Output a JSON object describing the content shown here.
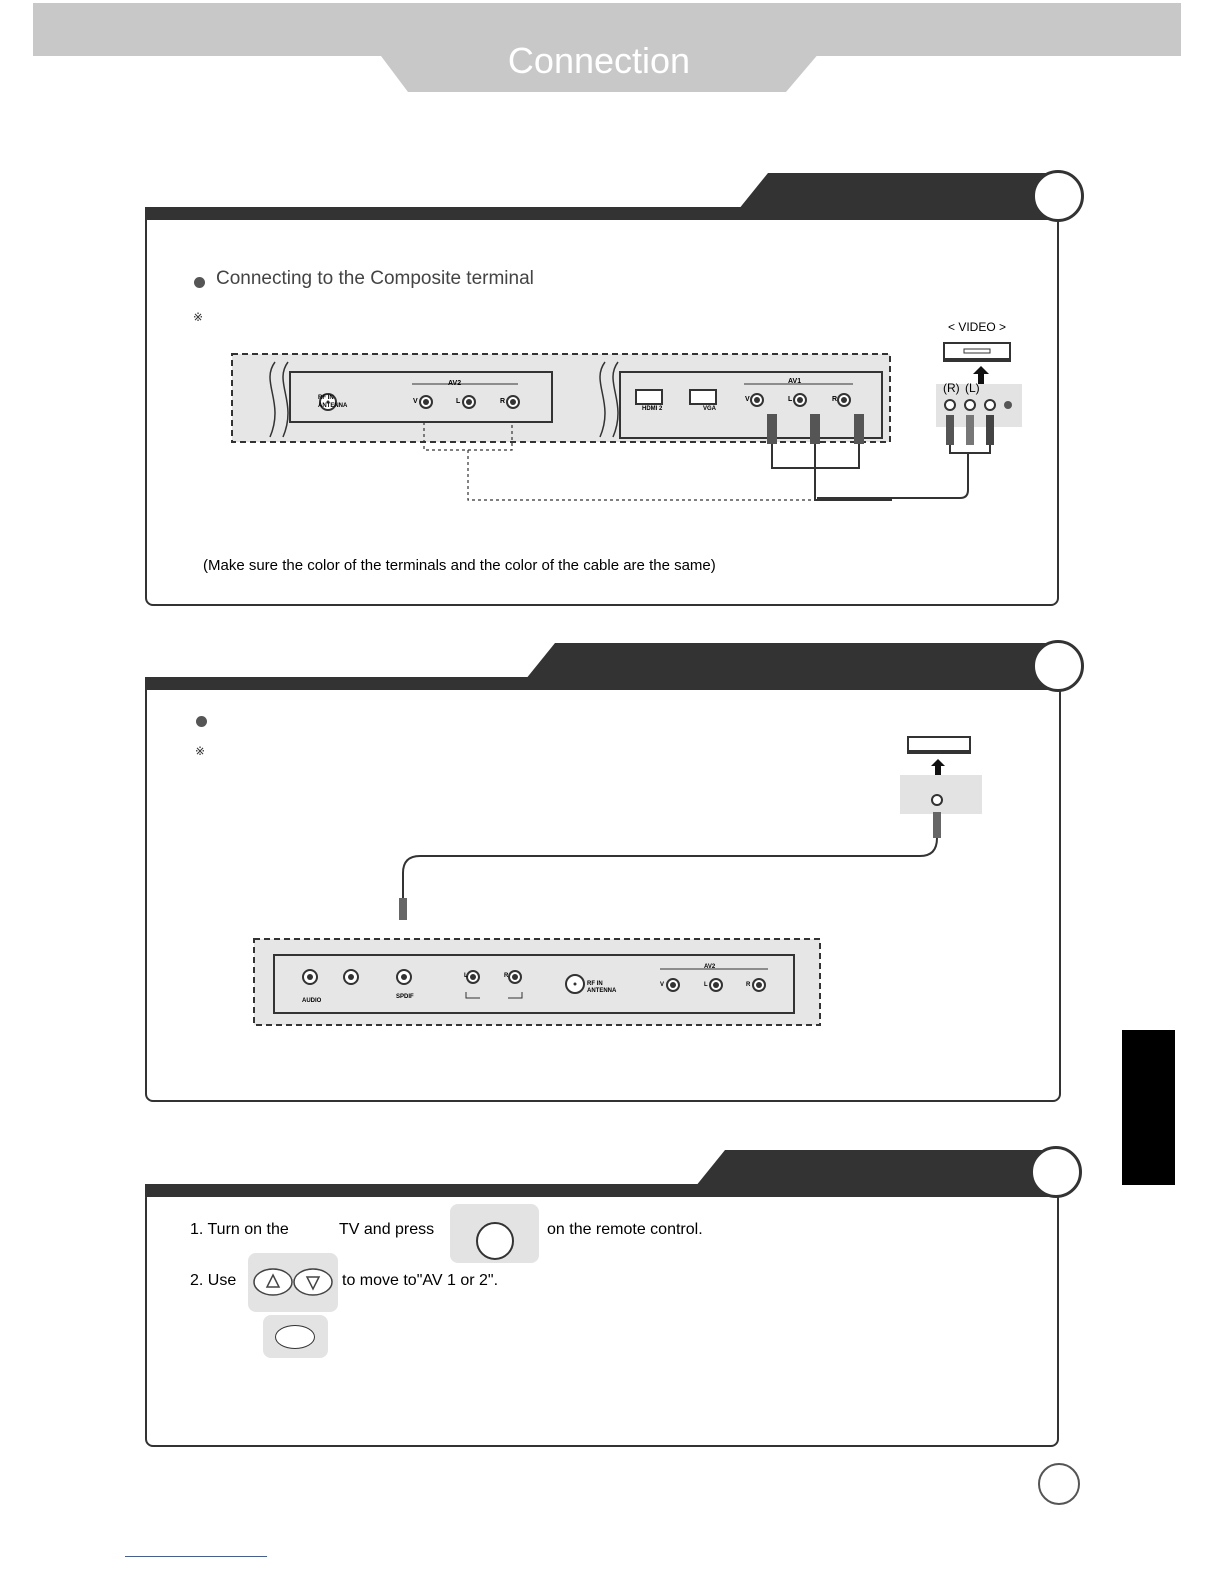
{
  "header": {
    "title": "Connection"
  },
  "section1": {
    "heading": "Connecting to the Composite terminal",
    "note_mark": "※",
    "video_label": "< VIDEO >",
    "rca_r": "(R)",
    "rca_l": "(L)",
    "panel_a": {
      "rf_label": "RF IN",
      "antenna_label": "ANTENNA",
      "group_label": "AV2",
      "v": "V",
      "l": "L",
      "r": "R"
    },
    "panel_b": {
      "hdmi_label": "HDMI 2",
      "vga_label": "VGA",
      "group_label": "AV1",
      "v": "V",
      "l": "L",
      "r": "R"
    },
    "footer_note": "(Make sure the color of the terminals and the color of the cable are the same)"
  },
  "section2": {
    "note_mark": "※",
    "panel": {
      "audio_label": "AUDIO",
      "spdif_label": "SPDIF",
      "l": "L",
      "r": "R",
      "rf_label": "RF IN",
      "antenna_label": "ANTENNA",
      "group_label": "AV2",
      "v": "V",
      "l2": "L",
      "r2": "R"
    }
  },
  "section3": {
    "step1_a": "1. Turn on the",
    "step1_b": "TV and press",
    "step1_c": "on the remote control.",
    "step2_a": "2. Use",
    "step2_b": "to move to\"AV 1 or 2\"."
  },
  "colors": {
    "dark": "#333333",
    "header_gray": "#c8c8c8",
    "panel_fill": "#e6e6e6",
    "side_tab": "#000000"
  },
  "icons": [
    "bullet-icon",
    "note-icon",
    "dvd-player-icon",
    "arrow-up-icon",
    "rca-jack-icon",
    "circle-button-icon",
    "up-arrow-button-icon",
    "down-arrow-button-icon",
    "oval-button-icon",
    "page-number-circle-icon"
  ]
}
